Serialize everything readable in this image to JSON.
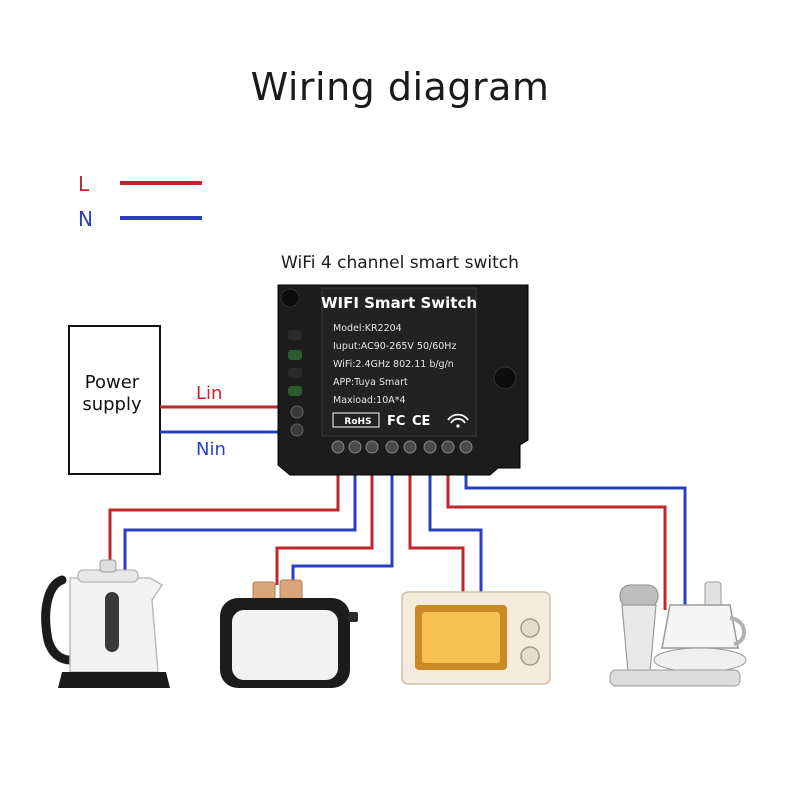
{
  "title": "Wiring diagram",
  "legend": {
    "live_label": "L",
    "neutral_label": "N"
  },
  "device_caption": "WiFi 4 channel smart switch",
  "power_supply": {
    "line1": "Power",
    "line2": "supply",
    "lin_label": "Lin",
    "nin_label": "Nin"
  },
  "device": {
    "brand": "WIFI Smart Switch",
    "model": "Model:KR2204",
    "input": "Iuput:AC90-265V 50/60Hz",
    "wifi": "WiFi:2.4GHz 802.11 b/g/n",
    "app": "APP:Tuya Smart",
    "maxload": "Maxioad:10A*4",
    "rohs": "RoHS",
    "fc": "FC",
    "ce": "CE"
  },
  "appliances": [
    {
      "id": "kettle-icon"
    },
    {
      "id": "toaster-icon"
    },
    {
      "id": "microwave-icon"
    },
    {
      "id": "food-processor-icon"
    }
  ],
  "colors": {
    "live": "#c0272d",
    "neutral": "#2a3fbf",
    "device_body": "#1c1c1c"
  }
}
